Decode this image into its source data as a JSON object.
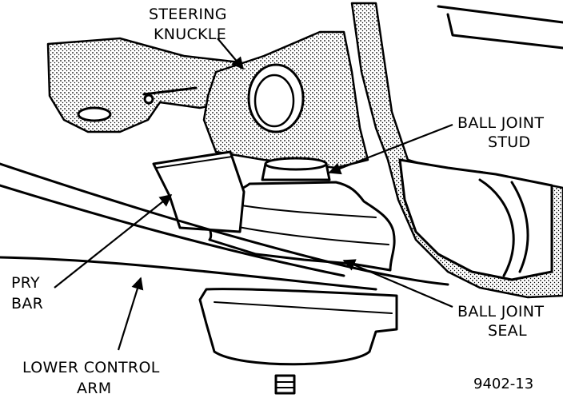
{
  "labels": {
    "steering_knuckle_1": "STEERING",
    "steering_knuckle_2": "KNUCKLE",
    "ball_joint_stud_1": "BALL JOINT",
    "ball_joint_stud_2": "STUD",
    "pry_bar_1": "PRY",
    "pry_bar_2": "BAR",
    "ball_joint_seal_1": "BALL JOINT",
    "ball_joint_seal_2": "SEAL",
    "lower_control_arm_1": "LOWER CONTROL",
    "lower_control_arm_2": "ARM"
  },
  "figure_number": "9402-13"
}
